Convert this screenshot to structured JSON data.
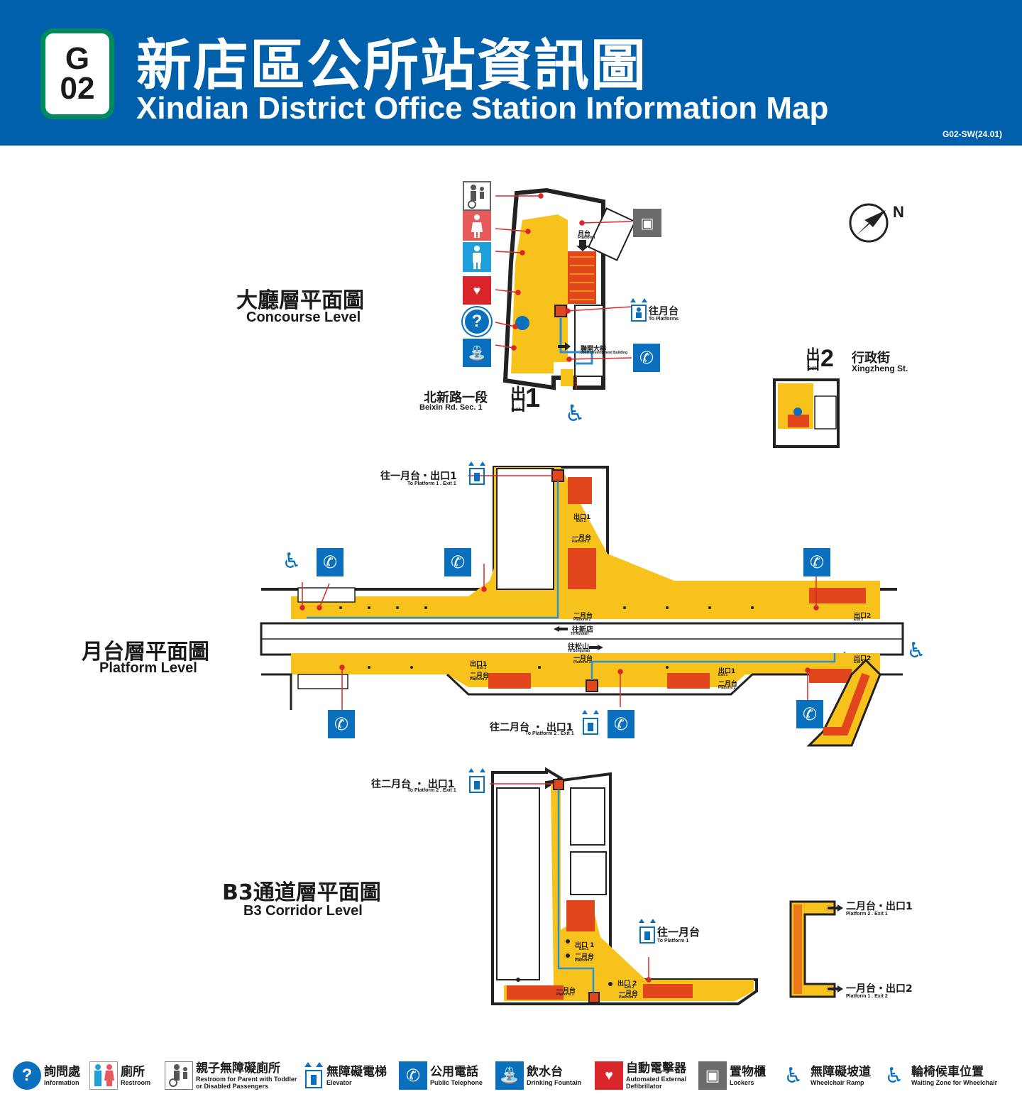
{
  "header": {
    "line_code": "G",
    "station_number": "02",
    "title_zh": "新店區公所站資訊圖",
    "title_en": "Xindian District Office Station Information Map",
    "doc_code": "G02-SW(24.01)"
  },
  "north": "N",
  "concourse": {
    "title_zh": "大廳層平面圖",
    "title_en": "Concourse Level",
    "platform_zh": "月台",
    "platform_en": "Platform",
    "to_platforms_zh": "往月台",
    "to_platforms_en": "To Platforms",
    "building_zh": "聯開大樓",
    "building_en": "Joint Development Building",
    "exit1_road_zh": "北新路一段",
    "exit1_road_en": "Beixin Rd. Sec. 1",
    "exit1_num": "1",
    "exit2_num": "2",
    "exit2_road_zh": "行政街",
    "exit2_road_en": "Xingzheng St.",
    "exit_zh": "出口",
    "exit_en": "EXIT"
  },
  "platform_level": {
    "title_zh": "月台層平面圖",
    "title_en": "Platform Level",
    "elev_top_zh": "往一月台・出口1",
    "elev_top_en": "To Platform 1 . Exit 1",
    "elev_bottom_zh": "往二月台 ・ 出口1",
    "elev_bottom_en": "To Platform 2 . Exit 1",
    "to_xindian_zh": "往新店",
    "to_xindian_en": "To Xindian",
    "to_songshan_zh": "往松山",
    "to_songshan_en": "To Songshan",
    "exit1_zh": "出口1",
    "exit1_en": "Exit 1",
    "exit2_zh": "出口2",
    "exit2_en": "Exit 2",
    "p1_zh": "一月台",
    "p1_en": "Platform 1",
    "p2_zh": "二月台",
    "p2_en": "Platform 2"
  },
  "b3": {
    "title_zh": "B3通道層平面圖",
    "title_en": "B3 Corridor Level",
    "elev_zh": "往二月台 ・ 出口1",
    "elev_en": "To Platform 2 . Exit 1",
    "to_p1_zh": "往一月台",
    "to_p1_en": "To Platform 1",
    "exit1_zh": "出口 1",
    "exit1_en": "Exit 1",
    "exit2_zh": "出口 2",
    "exit2_en": "Exit 2",
    "p1_zh": "一月台",
    "p1_en": "Platform 1",
    "p2_zh": "二月台",
    "p2_en": "Platform 2",
    "side_top_zh": "二月台・出口1",
    "side_top_en": "Platform 2 . Exit 1",
    "side_bottom_zh": "一月台・出口2",
    "side_bottom_en": "Platform 1 . Exit 2"
  },
  "legend": [
    {
      "zh": "詢問處",
      "en": "Information",
      "icon": "information-icon"
    },
    {
      "zh": "廁所",
      "en": "Restroom",
      "icon": "restroom-icon"
    },
    {
      "zh": "親子無障礙廁所",
      "en": "Restroom for Parent with Toddler or Disabled Passengers",
      "icon": "family-restroom-icon"
    },
    {
      "zh": "無障礙電梯",
      "en": "Elevator",
      "icon": "elevator-icon"
    },
    {
      "zh": "公用電話",
      "en": "Public Telephone",
      "icon": "telephone-icon"
    },
    {
      "zh": "飲水台",
      "en": "Drinking Fountain",
      "icon": "drinking-fountain-icon"
    },
    {
      "zh": "自動電擊器",
      "en": "Automated External Defibrillator",
      "icon": "aed-icon"
    },
    {
      "zh": "置物櫃",
      "en": "Lockers",
      "icon": "locker-icon"
    },
    {
      "zh": "無障礙坡道",
      "en": "Wheelchair Ramp",
      "icon": "wheelchair-ramp-icon"
    },
    {
      "zh": "輪椅候車位置",
      "en": "Waiting Zone for Wheelchair",
      "icon": "wheelchair-waiting-icon"
    }
  ],
  "colors": {
    "header_blue": "#0060ac",
    "line_green": "#008a5e",
    "concourse_yellow": "#f7c21b",
    "escalator_red": "#e2461c",
    "facility_blue": "#0a6fbd",
    "pointer_red": "#d9262b",
    "route_blue": "#2a8fd6"
  }
}
